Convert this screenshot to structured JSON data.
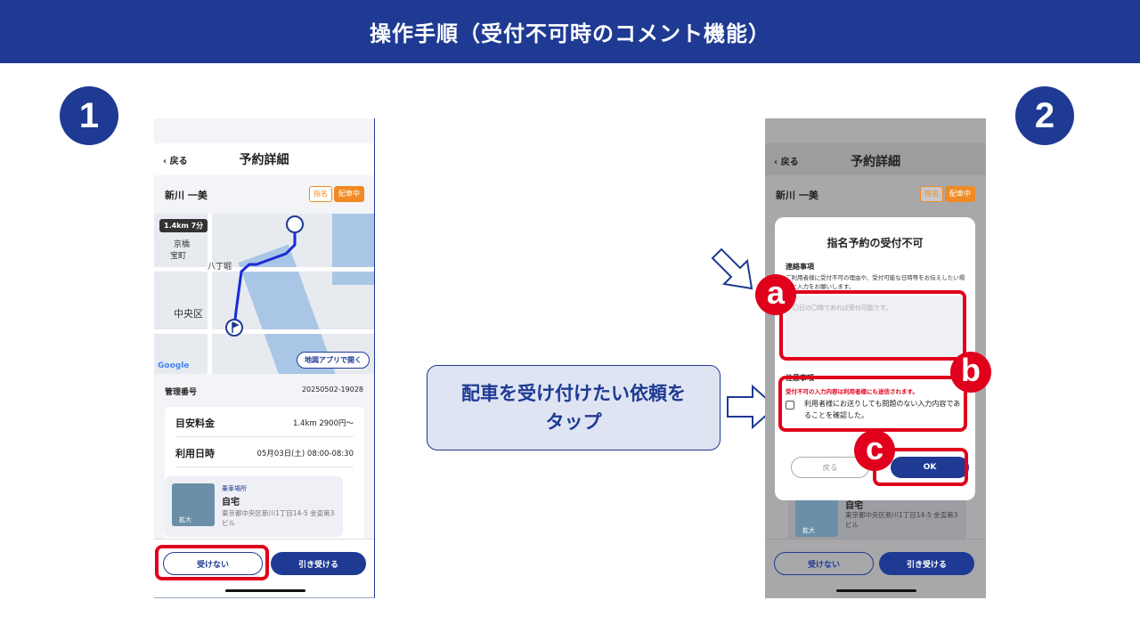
{
  "slide": {
    "title": "操作手順（受付不可時のコメント機能）",
    "steps": [
      "1",
      "2"
    ],
    "callout_line1": "配車を受け付けたい依頼を",
    "callout_line2": "タップ"
  },
  "phone1": {
    "back_label": "戻る",
    "header_title": "予約詳細",
    "customer_name": "新川 一美",
    "tags": [
      "指名",
      "配車中"
    ],
    "map": {
      "distance_badge": "1.4km 7分",
      "labels": [
        "京橋",
        "宝町",
        "八丁堀",
        "中央区"
      ],
      "open_map_button": "地図アプリで開く",
      "google_logo": "Google"
    },
    "management_label": "管理番号",
    "management_value": "20250502-19028",
    "fare_label": "目安料金",
    "fare_value": "1.4km 2900円〜",
    "date_label": "利用日時",
    "date_value": "05月03日(土) 08:00-08:30",
    "pickup": {
      "label": "乗車場所",
      "name": "自宅",
      "address": "東京都中央区新川1丁目14-5 金盃第3ビル",
      "zoom_label": "拡大"
    },
    "reject_button": "受けない",
    "accept_button": "引き受ける"
  },
  "phone2": {
    "back_label": "戻る",
    "header_title": "予約詳細",
    "customer_name": "新川 一美",
    "tags": [
      "指名",
      "配車中"
    ],
    "modal": {
      "title": "指名予約の受付不可",
      "contact_heading": "連絡事項",
      "contact_desc": "ご利用者様に受付不可の理由や、受付可能な日時等をお伝えしたい場合に入力をお願いします。",
      "textarea_placeholder": "〇日の〇時であれば受付可能です。",
      "notes_heading": "注意事項",
      "warning": "受付不可の入力内容は利用者様にも送信されます。",
      "checkbox_label": "利用者様にお送りしても問題のない入力内容であることを確認した。",
      "back_button": "戻る",
      "ok_button": "OK"
    },
    "pickup_name": "自宅",
    "pickup_address": "東京都中央区新川1丁目14-5 金盃第3ビル",
    "zoom_label": "拡大",
    "reject_button": "受けない",
    "accept_button": "引き受ける"
  },
  "badges": [
    "a",
    "b",
    "c"
  ],
  "colors": {
    "brand": "#1e3a93",
    "highlight": "#e0001b",
    "tag": "#f08a24"
  }
}
